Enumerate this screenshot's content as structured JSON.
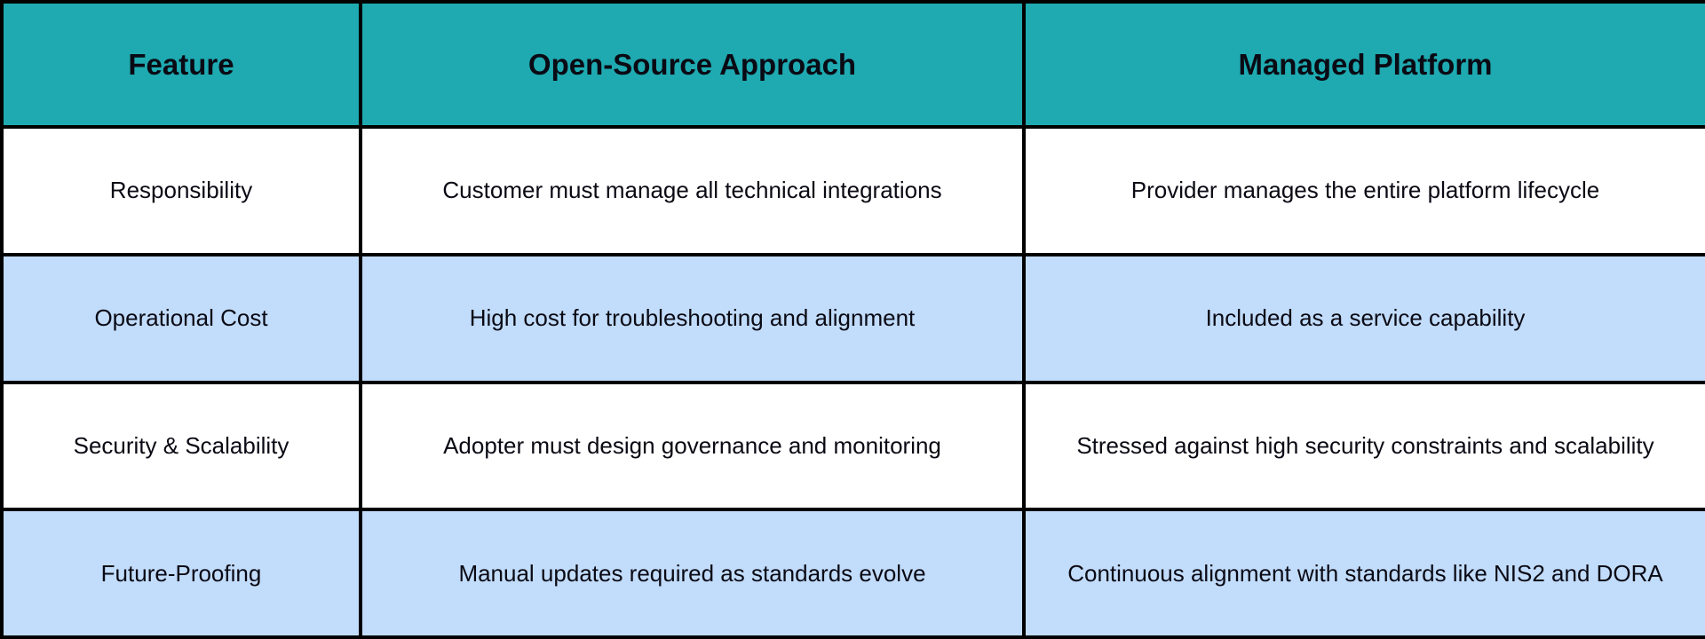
{
  "colors": {
    "header": "#1EAAB0",
    "row_alt": "#C2DCFB",
    "row": "#FFFFFF",
    "border": "#000000"
  },
  "headers": [
    "Feature",
    "Open-Source Approach",
    "Managed Platform"
  ],
  "rows": [
    [
      "Responsibility",
      "Customer must manage all technical integrations",
      "Provider manages the entire platform lifecycle"
    ],
    [
      "Operational Cost",
      "High cost for troubleshooting and alignment",
      "Included as a service capability"
    ],
    [
      "Security & Scalability",
      "Adopter must design governance and monitoring",
      "Stressed against high security constraints and scalability"
    ],
    [
      "Future-Proofing",
      "Manual updates required as standards evolve",
      "Continuous alignment with standards like NIS2 and DORA"
    ]
  ]
}
